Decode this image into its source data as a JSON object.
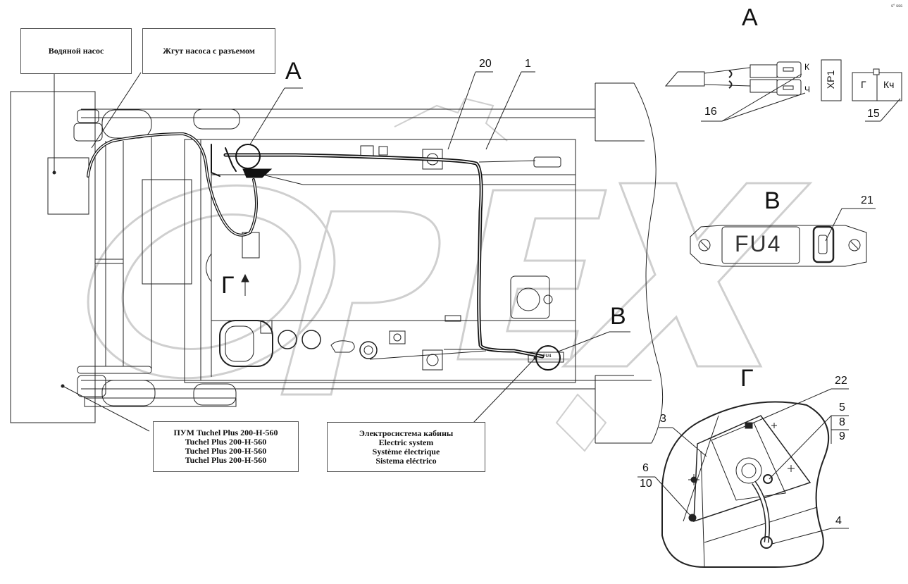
{
  "watermark": {
    "text": "OPEX",
    "color": "#d0d0d0"
  },
  "corner_mark": "s° sss",
  "label_boxes": {
    "water_pump": "Водяной насос",
    "pump_harness": "Жгут насоса с разъемом",
    "pum": [
      "ПУМ Tuchel Plus 200-H-560",
      "Tuchel Plus 200-H-560",
      "Tuchel Plus 200-H-560",
      "Tuchel Plus 200-H-560"
    ],
    "cab_electric": [
      "Электросистема  кабины",
      "Electric system",
      "Système électrique",
      "Sistema eléctrico"
    ]
  },
  "view_letters": {
    "a_main": "A",
    "g_main": "Г",
    "b_main": "В",
    "a_detail": "A",
    "b_detail": "В",
    "g_detail": "Г"
  },
  "callouts": {
    "c20": "20",
    "c1": "1",
    "c16": "16",
    "c15": "15",
    "c21": "21",
    "c22": "22",
    "c3": "3",
    "c5": "5",
    "c8": "8",
    "c9": "9",
    "c6": "6",
    "c10": "10",
    "c4": "4"
  },
  "detail_a": {
    "xp1": "XP1",
    "k": "К",
    "ch": "Ч",
    "g": "Г",
    "kch": "Кч"
  },
  "detail_b": {
    "fuse": "FU4"
  },
  "main_small": {
    "fu": "FU4"
  }
}
